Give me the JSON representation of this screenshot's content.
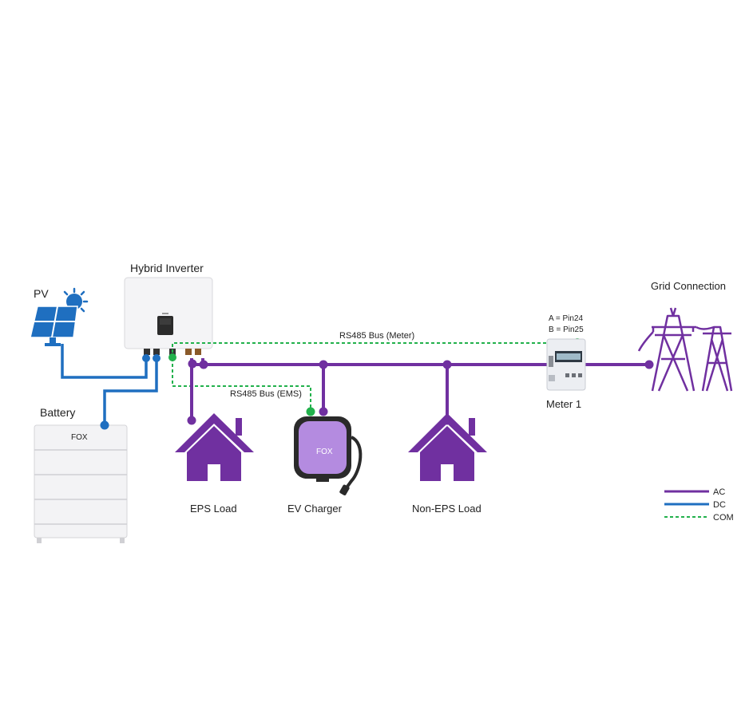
{
  "labels": {
    "pv": "PV",
    "inverter": "Hybrid Inverter",
    "battery": "Battery",
    "grid": "Grid Connection",
    "meter": "Meter 1",
    "meter_pin_a": "A = Pin24",
    "meter_pin_b": "B = Pin25",
    "bus_meter": "RS485 Bus (Meter)",
    "bus_ems": "RS485 Bus (EMS)",
    "eps_load": "EPS Load",
    "ev_charger": "EV Charger",
    "non_eps_load": "Non-EPS Load",
    "battery_brand": "FOX",
    "charger_brand": "FOX"
  },
  "legend": {
    "items": [
      {
        "label": "AC",
        "color": "#7030A0",
        "style": "solid"
      },
      {
        "label": "DC",
        "color": "#1F6FC0",
        "style": "solid"
      },
      {
        "label": "COM",
        "color": "#22B14C",
        "style": "dashed"
      }
    ]
  },
  "colors": {
    "ac": "#7030A0",
    "dc": "#1F6FC0",
    "com": "#22B14C",
    "device_grey": "#e9e9ec"
  }
}
